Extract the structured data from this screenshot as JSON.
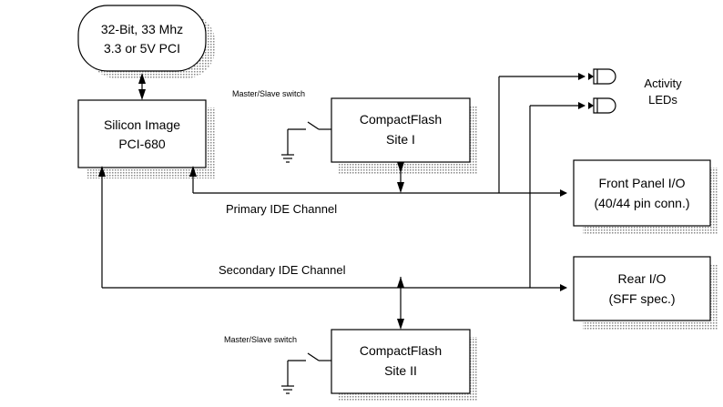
{
  "bus_spec": {
    "line1": "32-Bit, 33 Mhz",
    "line2": "3.3 or 5V PCI"
  },
  "controller": {
    "line1": "Silicon Image",
    "line2": "PCI-680"
  },
  "cf_site_1": {
    "line1": "CompactFlash",
    "line2": "Site I",
    "switch_label": "Master/Slave switch"
  },
  "cf_site_2": {
    "line1": "CompactFlash",
    "line2": "Site II",
    "switch_label": "Master/Slave switch"
  },
  "front_panel": {
    "line1": "Front Panel I/O",
    "line2": "(40/44 pin conn.)"
  },
  "rear_io": {
    "line1": "Rear I/O",
    "line2": "(SFF spec.)"
  },
  "activity_leds": {
    "line1": "Activity",
    "line2": "LEDs"
  },
  "channels": {
    "primary": "Primary IDE Channel",
    "secondary": "Secondary IDE Channel"
  }
}
